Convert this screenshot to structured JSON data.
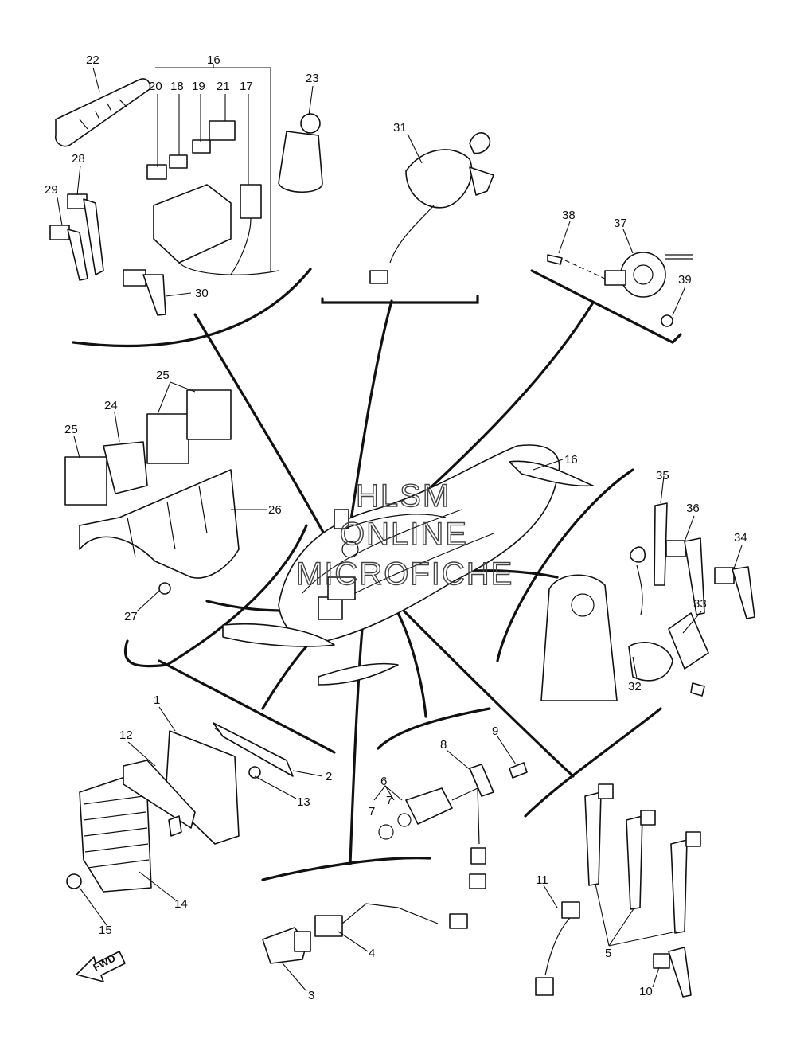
{
  "labels": {
    "p1": "1",
    "p2": "2",
    "p3": "3",
    "p4": "4",
    "p5": "5",
    "p6": "6",
    "p7a": "7",
    "p7b": "7",
    "p8": "8",
    "p9": "9",
    "p10": "10",
    "p11": "11",
    "p12": "12",
    "p13": "13",
    "p14": "14",
    "p15": "15",
    "p16a": "16",
    "p16b": "16",
    "p17": "17",
    "p18": "18",
    "p19": "19",
    "p20": "20",
    "p21": "21",
    "p22": "22",
    "p23": "23",
    "p24": "24",
    "p25a": "25",
    "p25b": "25",
    "p26": "26",
    "p27": "27",
    "p28": "28",
    "p29": "29",
    "p30": "30",
    "p31": "31",
    "p32": "32",
    "p33": "33",
    "p34": "34",
    "p35": "35",
    "p36": "36",
    "p37": "37",
    "p38": "38",
    "p39": "39"
  },
  "watermark": {
    "line1": "HLSM",
    "line2": "ONLINE",
    "line3": "MICROFICHE"
  },
  "fwd_arrow": "FWD"
}
